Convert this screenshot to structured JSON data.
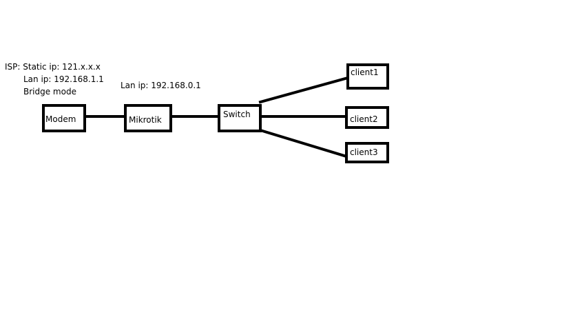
{
  "diagram": {
    "isp_note": {
      "line1": "ISP: Static ip: 121.x.x.x",
      "line2": "Lan ip: 192.168.1.1",
      "line3": "Bridge mode"
    },
    "mikrotik_note": "Lan ip: 192.168.0.1",
    "nodes": {
      "modem": "Modem",
      "mikrotik": "Mikrotik",
      "switch": "Switch",
      "client1": "client1",
      "client2": "client2",
      "client3": "client3"
    },
    "colors": {
      "line": "#000000",
      "background": "#ffffff"
    }
  }
}
